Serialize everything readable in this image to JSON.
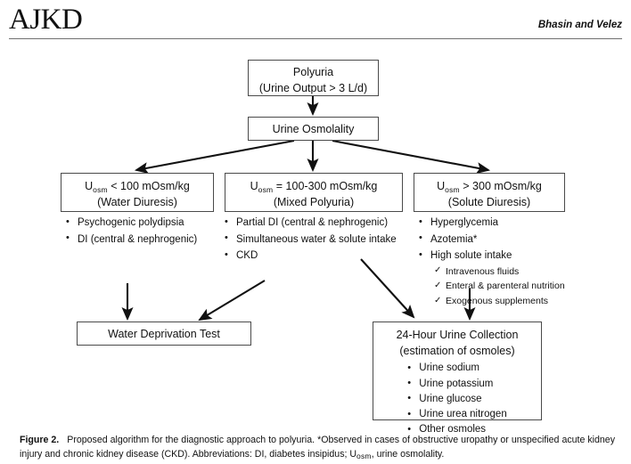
{
  "header": {
    "journal_logo": "AJKD",
    "running_authors": "Bhasin and Velez"
  },
  "figure": {
    "caption_label": "Figure 2.",
    "caption_text": "Proposed algorithm for the diagnostic approach to polyuria. *Observed in cases of obstructive uropathy or unspecified acute kidney injury and chronic kidney disease (CKD). Abbreviations: DI, diabetes insipidus; Uosm, urine osmolality."
  },
  "chart_data": {
    "type": "flowchart",
    "title": "Proposed algorithm for the diagnostic approach to polyuria",
    "nodes": [
      {
        "id": "polyuria",
        "lines": [
          "Polyuria",
          "(Urine Output > 3 L/d)"
        ]
      },
      {
        "id": "urine-osmolality",
        "lines": [
          "Urine Osmolality"
        ]
      },
      {
        "id": "water-diuresis",
        "lines": [
          "Uosm < 100 mOsm/kg",
          "(Water Diuresis)"
        ],
        "bullets": [
          "Psychogenic  polydipsia",
          "DI (central & nephrogenic)"
        ]
      },
      {
        "id": "mixed-polyuria",
        "lines": [
          "Uosm = 100-300 mOsm/kg",
          "(Mixed Polyuria)"
        ],
        "bullets": [
          "Partial DI (central & nephrogenic)",
          "Simultaneous water & solute intake",
          "CKD"
        ]
      },
      {
        "id": "solute-diuresis",
        "lines": [
          "Uosm > 300 mOsm/kg",
          "(Solute Diuresis)"
        ],
        "bullets": [
          "Hyperglycemia",
          "Azotemia*",
          "High solute intake"
        ],
        "sub_bullets": [
          "Intravenous fluids",
          "Enteral & parenteral nutrition",
          "Exogenous supplements"
        ]
      },
      {
        "id": "water-deprivation-test",
        "lines": [
          "Water Deprivation Test"
        ]
      },
      {
        "id": "urine-collection",
        "lines": [
          "24-Hour Urine Collection",
          "(estimation of osmoles)"
        ],
        "bullets": [
          "Urine sodium",
          "Urine potassium",
          "Urine glucose",
          "Urine urea nitrogen",
          "Other osmoles"
        ]
      }
    ],
    "edges": [
      {
        "from": "polyuria",
        "to": "urine-osmolality"
      },
      {
        "from": "urine-osmolality",
        "to": "water-diuresis"
      },
      {
        "from": "urine-osmolality",
        "to": "mixed-polyuria"
      },
      {
        "from": "urine-osmolality",
        "to": "solute-diuresis"
      },
      {
        "from": "water-diuresis",
        "to": "water-deprivation-test"
      },
      {
        "from": "mixed-polyuria",
        "to": "water-deprivation-test"
      },
      {
        "from": "mixed-polyuria",
        "to": "urine-collection"
      },
      {
        "from": "solute-diuresis",
        "to": "urine-collection"
      }
    ],
    "colors": {
      "box_border": "#4a4a4a",
      "arrow": "#111111",
      "text": "#111111",
      "background": "#ffffff"
    }
  }
}
